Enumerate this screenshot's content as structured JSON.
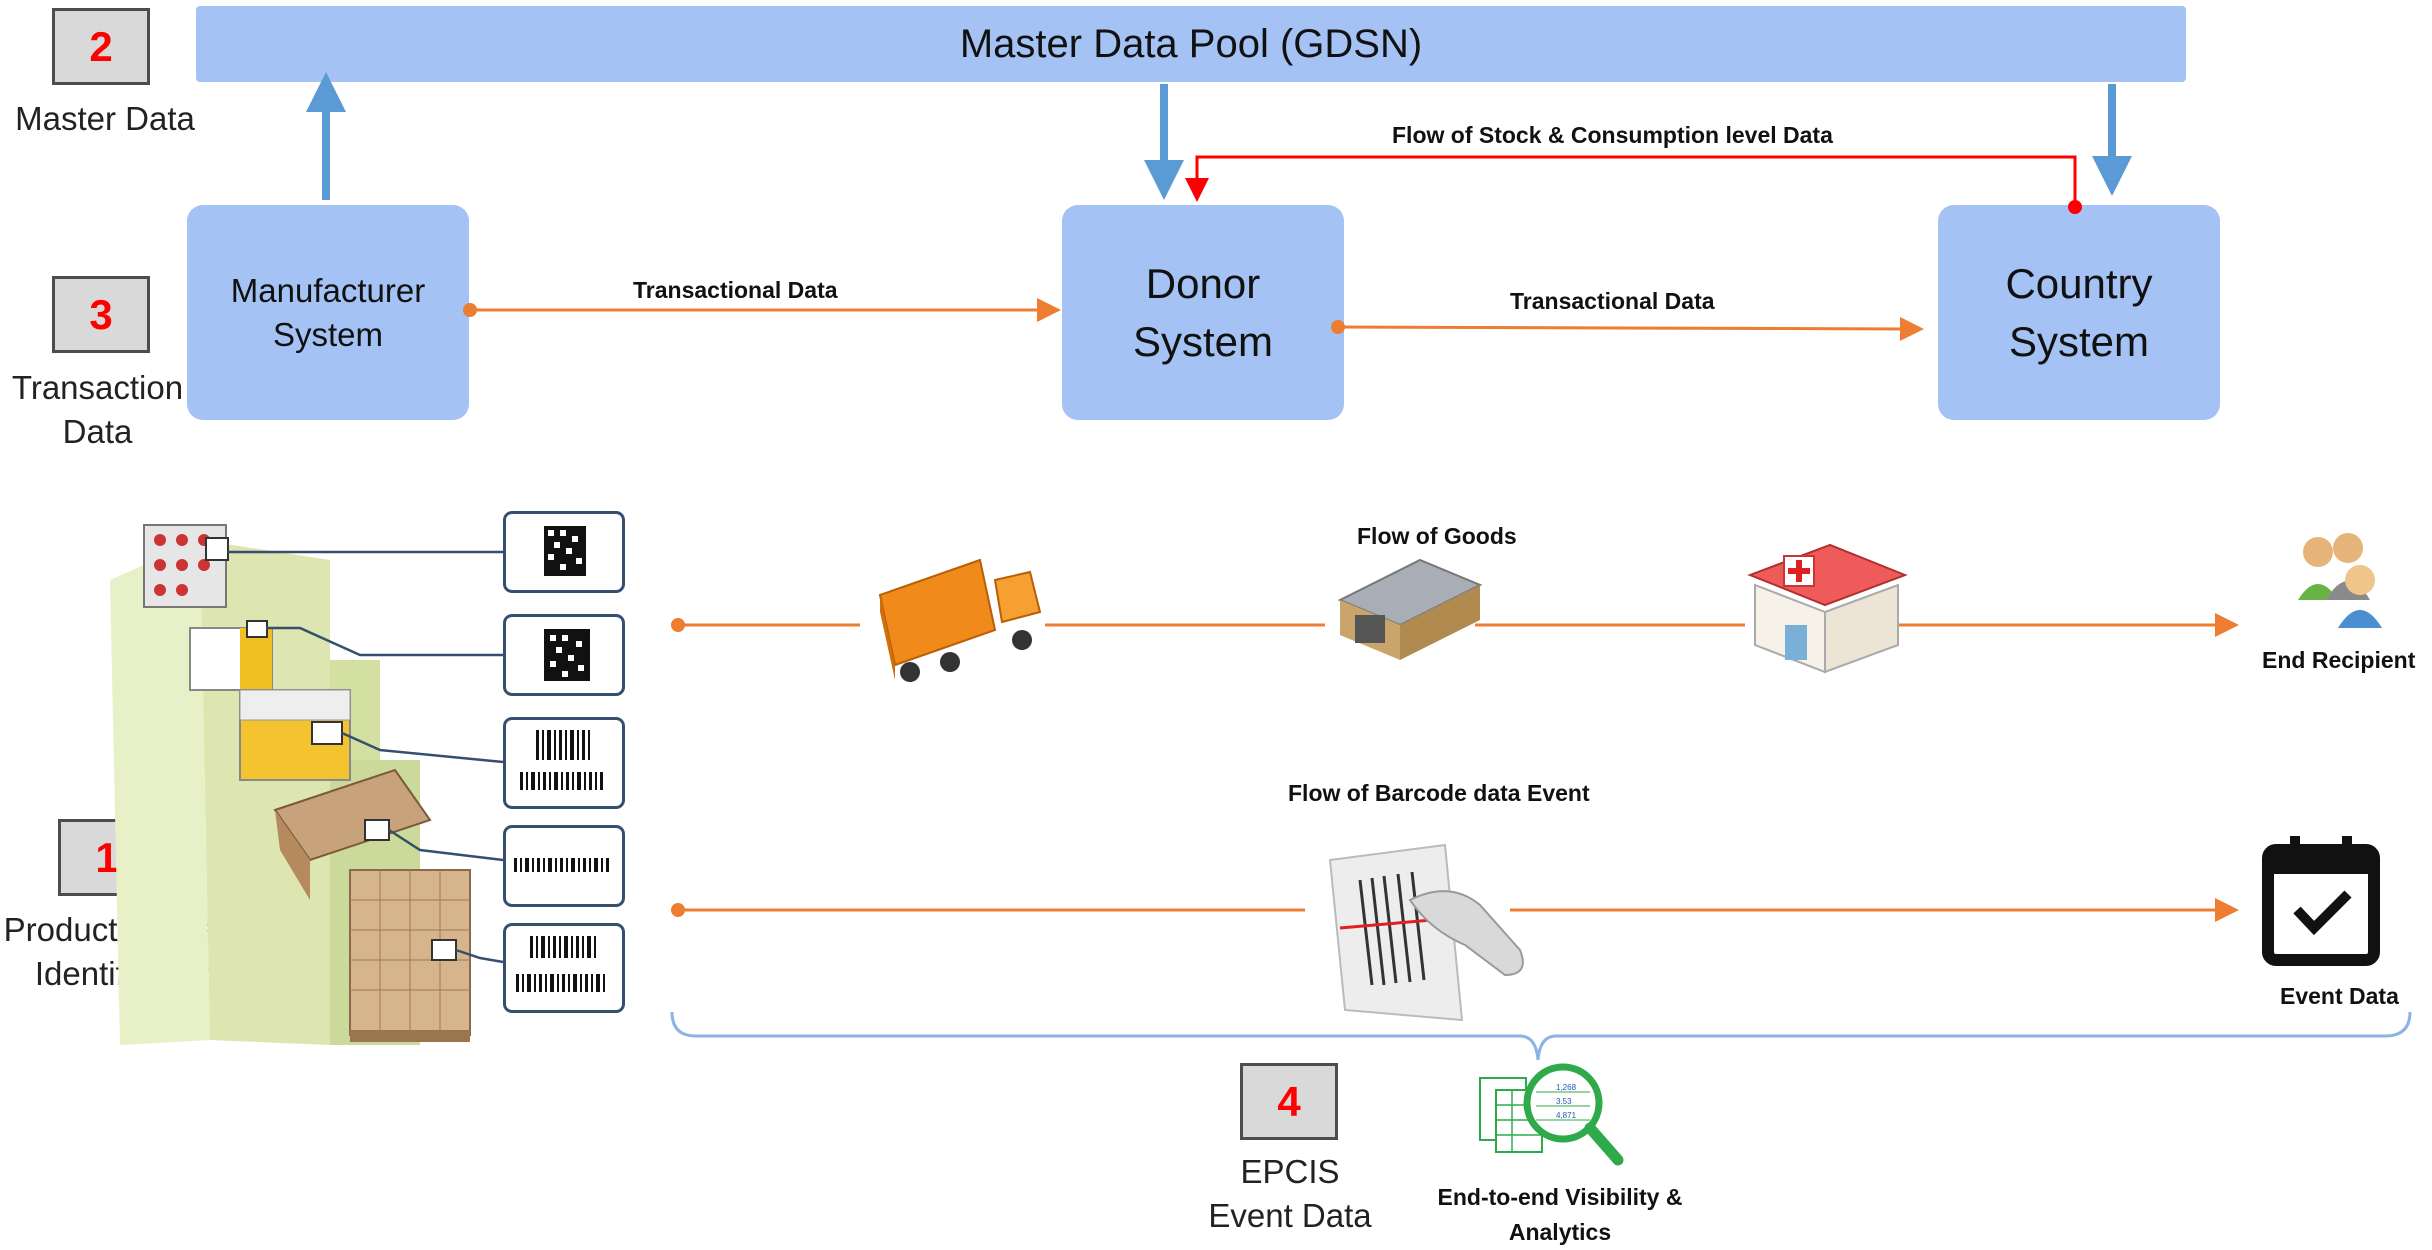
{
  "master_pool": {
    "label": "Master Data Pool (GDSN)"
  },
  "steps": [
    {
      "number": "2",
      "label_lines": [
        "Master Data"
      ]
    },
    {
      "number": "3",
      "label_lines": [
        "Transaction",
        "Data"
      ]
    },
    {
      "number": "1",
      "label_lines": [
        "Product/package",
        "Identification"
      ]
    },
    {
      "number": "4",
      "label_lines": [
        "EPCIS",
        "Event Data"
      ]
    }
  ],
  "systems": {
    "manufacturer": [
      "Manufacturer",
      "System"
    ],
    "donor": [
      "Donor",
      "System"
    ],
    "country": [
      "Country",
      "System"
    ]
  },
  "flows": {
    "transactional_1": "Transactional Data",
    "transactional_2": "Transactional Data",
    "stock_consumption": "Flow of Stock & Consumption level Data",
    "goods": "Flow of Goods",
    "barcode_event": "Flow of Barcode data Event"
  },
  "endpoints": {
    "end_recipient": "End Recipient",
    "event_data": "Event Data",
    "analytics_lines": [
      "End-to-end Visibility &",
      "Analytics"
    ]
  },
  "analytics_icon_values": [
    "1,268",
    "3.53",
    "4,871"
  ],
  "colors": {
    "pool_blue": "#a4c2f4",
    "arrow_blue": "#5b9bd5",
    "flow_orange": "#ed7d31",
    "stock_red": "#ff0000",
    "number_red": "#ff0000",
    "brace_blue": "#8db3e2",
    "analytics_green": "#2eaa4a"
  },
  "icons": [
    "pharma-packaging-stairs",
    "2d-datamatrix-icon",
    "linear-barcode-icon",
    "truck-icon",
    "warehouse-icon",
    "pharmacy-icon",
    "people-icon",
    "barcode-scanner-icon",
    "calendar-check-icon",
    "spreadsheet-magnifier-icon"
  ]
}
